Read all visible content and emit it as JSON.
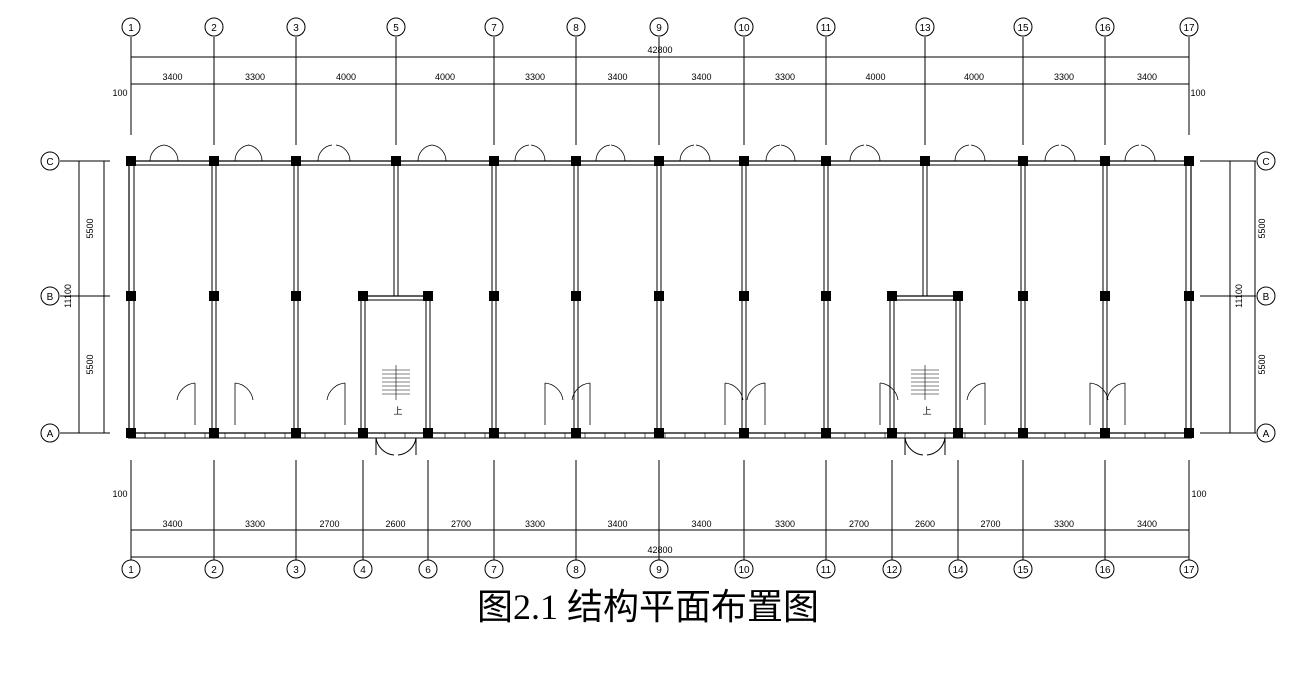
{
  "caption": "图2.1 结构平面布置图",
  "top_axes": [
    "1",
    "2",
    "3",
    "5",
    "7",
    "8",
    "9",
    "10",
    "11",
    "13",
    "15",
    "16",
    "17"
  ],
  "bottom_axes": [
    "1",
    "2",
    "3",
    "4",
    "6",
    "7",
    "8",
    "9",
    "10",
    "11",
    "12",
    "14",
    "15",
    "16",
    "17"
  ],
  "row_axes": [
    "C",
    "B",
    "A"
  ],
  "top_total": "42800",
  "bottom_total": "42800",
  "top_spans": [
    "3400",
    "3300",
    "4000",
    "4000",
    "3300",
    "3400",
    "3400",
    "3300",
    "4000",
    "4000",
    "3300",
    "3400"
  ],
  "bottom_spans": [
    "3400",
    "3300",
    "2700",
    "2600",
    "2700",
    "3300",
    "3400",
    "3400",
    "3300",
    "2700",
    "2600",
    "2700",
    "3300",
    "3400"
  ],
  "left_dims": {
    "upper": "5500",
    "lower": "5500",
    "total": "11100",
    "offset_top": "100",
    "offset_bottom": "100"
  },
  "right_dims": {
    "upper": "5500",
    "lower": "5500",
    "total": "11100",
    "offset_top": "100",
    "offset_bottom": "100"
  },
  "stair_label": "上",
  "line_color": "#000000"
}
